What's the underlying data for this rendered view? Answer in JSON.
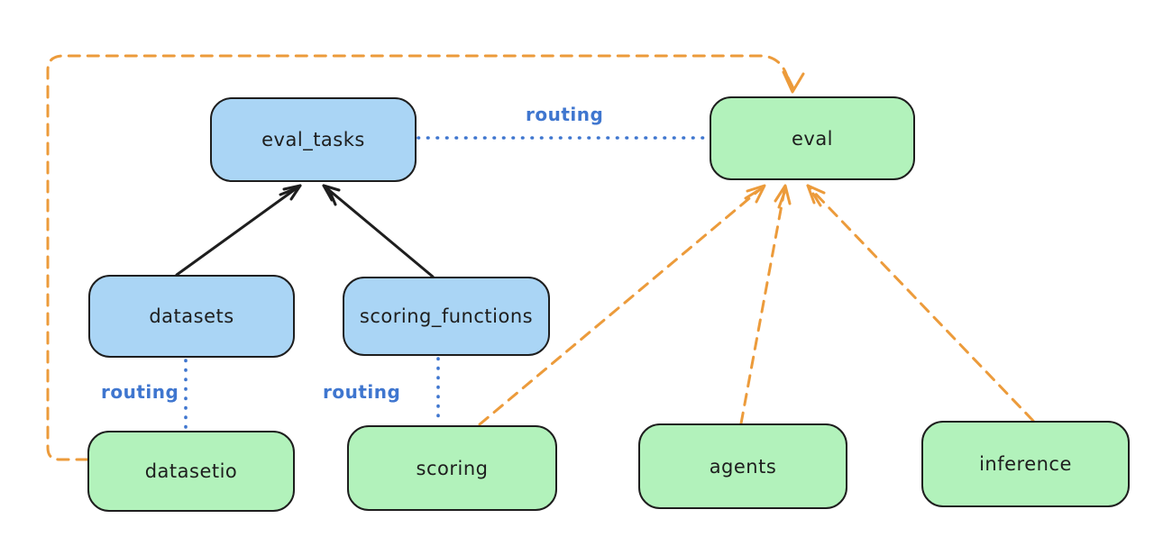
{
  "diagram": {
    "nodes": {
      "eval_tasks": {
        "label": "eval_tasks",
        "kind": "resource",
        "fill": "#aad5f5"
      },
      "eval": {
        "label": "eval",
        "kind": "api",
        "fill": "#b2f2bb"
      },
      "datasets": {
        "label": "datasets",
        "kind": "resource",
        "fill": "#aad5f5"
      },
      "scoring_functions": {
        "label": "scoring_functions",
        "kind": "resource",
        "fill": "#aad5f5"
      },
      "datasetio": {
        "label": "datasetio",
        "kind": "api",
        "fill": "#b2f2bb"
      },
      "scoring": {
        "label": "scoring",
        "kind": "api",
        "fill": "#b2f2bb"
      },
      "agents": {
        "label": "agents",
        "kind": "api",
        "fill": "#b2f2bb"
      },
      "inference": {
        "label": "inference",
        "kind": "api",
        "fill": "#b2f2bb"
      }
    },
    "edges": [
      {
        "from": "datasets",
        "to": "eval_tasks",
        "style": "solid-arrow",
        "color": "#1e1e1e",
        "label": ""
      },
      {
        "from": "scoring_functions",
        "to": "eval_tasks",
        "style": "solid-arrow",
        "color": "#1e1e1e",
        "label": ""
      },
      {
        "from": "eval_tasks",
        "to": "eval",
        "style": "dotted",
        "color": "#3f76cf",
        "label": "routing"
      },
      {
        "from": "datasets",
        "to": "datasetio",
        "style": "dotted",
        "color": "#3f76cf",
        "label": "routing"
      },
      {
        "from": "scoring_functions",
        "to": "scoring",
        "style": "dotted",
        "color": "#3f76cf",
        "label": "routing"
      },
      {
        "from": "datasetio",
        "to": "eval",
        "style": "dashed-arrow",
        "color": "#ec9b3b",
        "label": ""
      },
      {
        "from": "scoring",
        "to": "eval",
        "style": "dashed-arrow",
        "color": "#ec9b3b",
        "label": ""
      },
      {
        "from": "agents",
        "to": "eval",
        "style": "dashed-arrow",
        "color": "#ec9b3b",
        "label": ""
      },
      {
        "from": "inference",
        "to": "eval",
        "style": "dashed-arrow",
        "color": "#ec9b3b",
        "label": ""
      }
    ],
    "edge_labels": {
      "routing_top": "routing",
      "routing_left": "routing",
      "routing_mid": "routing"
    },
    "colors": {
      "node_blue_fill": "#aad5f5",
      "node_green_fill": "#b2f2bb",
      "stroke": "#1e1e1e",
      "routing_blue": "#3f76cf",
      "provider_orange": "#ec9b3b",
      "background": "#ffffff"
    }
  }
}
